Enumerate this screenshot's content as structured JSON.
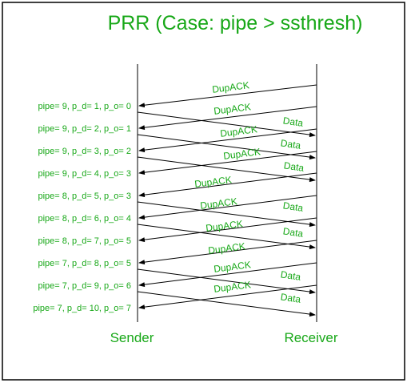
{
  "title": "PRR (Case: pipe > ssthresh)",
  "sender_label": "Sender",
  "receiver_label": "Receiver",
  "state_labels": [
    "pipe= 9, p_d= 1, p_o= 0",
    "pipe= 9, p_d= 2, p_o= 1",
    "pipe= 9, p_d= 3, p_o= 2",
    "pipe= 9, p_d= 4, p_o= 3",
    "pipe= 8, p_d= 5, p_o= 3",
    "pipe= 8, p_d= 6, p_o= 4",
    "pipe= 8, p_d= 7, p_o= 5",
    "pipe= 7, p_d= 8, p_o= 5",
    "pipe= 7, p_d= 9, p_o= 6",
    "pipe= 7, p_d= 10, p_o= 7"
  ],
  "dupack_label": "DupACK",
  "data_label": "Data",
  "colors": {
    "label_green": "#18a818",
    "line": "#000000",
    "border": "#000000",
    "background": "#ffffff"
  }
}
